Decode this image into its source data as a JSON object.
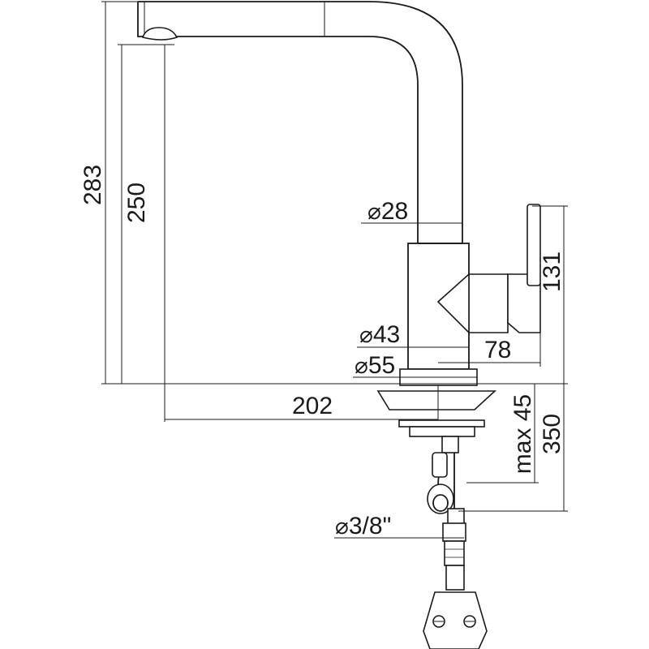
{
  "dimensions": {
    "total_height": "283",
    "spout_height": "250",
    "spout_diameter": "28",
    "handle_height": "131",
    "body_diameter": "43",
    "base_diameter": "55",
    "handle_offset": "78",
    "reach": "202",
    "max_deck_thickness": "max 45",
    "hose_length": "350",
    "connection_thread": "3/8\""
  },
  "symbols": {
    "diameter": "⌀"
  }
}
